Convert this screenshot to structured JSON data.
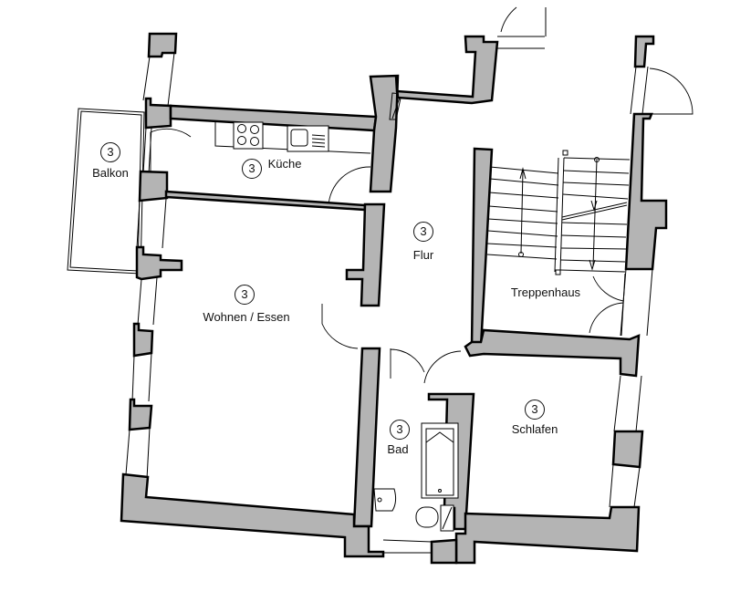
{
  "plan": {
    "rooms": [
      {
        "id": "balkon",
        "name": "Balkon",
        "number": "3"
      },
      {
        "id": "kueche",
        "name": "Küche",
        "number": "3"
      },
      {
        "id": "flur",
        "name": "Flur",
        "number": "3"
      },
      {
        "id": "wohnen",
        "name": "Wohnen / Essen",
        "number": "3"
      },
      {
        "id": "treppenhaus",
        "name": "Treppenhaus",
        "number": ""
      },
      {
        "id": "bad",
        "name": "Bad",
        "number": "3"
      },
      {
        "id": "schlafen",
        "name": "Schlafen",
        "number": "3"
      }
    ],
    "colors": {
      "wall_fill": "#b4b4b4",
      "line": "#000000",
      "background": "#ffffff"
    }
  }
}
